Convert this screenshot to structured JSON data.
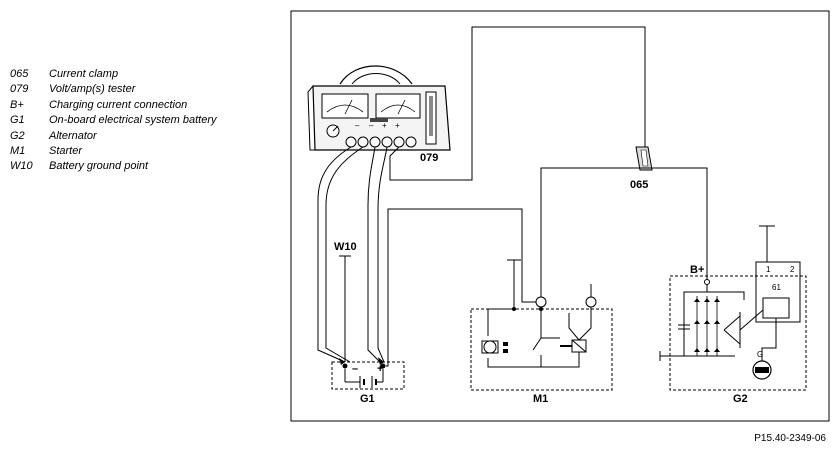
{
  "legend": [
    {
      "code": "065",
      "text": "Current clamp"
    },
    {
      "code": "079",
      "text": "Volt/amp(s) tester"
    },
    {
      "code": "B+",
      "text": "Charging current connection"
    },
    {
      "code": "G1",
      "text": "On-board electrical system battery"
    },
    {
      "code": "G2",
      "text": "Alternator"
    },
    {
      "code": "M1",
      "text": "Starter"
    },
    {
      "code": "W10",
      "text": "Battery ground point"
    }
  ],
  "labels": {
    "tester": "079",
    "clamp": "065",
    "ground": "W10",
    "battery": "G1",
    "starter": "M1",
    "alternator": "G2",
    "charge_terminal": "B+",
    "battery_minus": "–",
    "battery_plus": "+",
    "alt_pin_1": "1",
    "alt_pin_2": "2",
    "alt_pin_61": "61",
    "alt_g": "G"
  },
  "reference": "P15.40-2349-06"
}
